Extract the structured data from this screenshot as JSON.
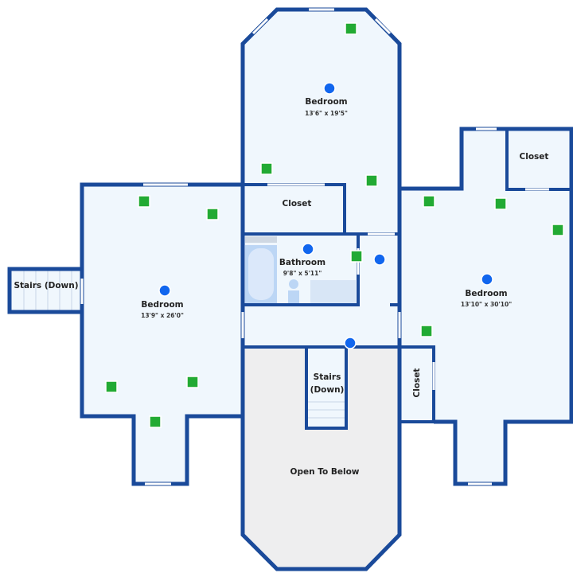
{
  "floorplan": {
    "rooms": [
      {
        "id": "bedroom-top",
        "label": "Bedroom",
        "dims": "13'6\" x 19'5\""
      },
      {
        "id": "closet-top",
        "label": "Closet"
      },
      {
        "id": "bathroom",
        "label": "Bathroom",
        "dims": "9'8\" x 5'11\""
      },
      {
        "id": "bedroom-left",
        "label": "Bedroom",
        "dims": "13'9\" x 26'0\""
      },
      {
        "id": "bedroom-right",
        "label": "Bedroom",
        "dims": "13'10\" x 30'10\""
      },
      {
        "id": "closet-right-top",
        "label": "Closet"
      },
      {
        "id": "closet-right",
        "label": "Closet"
      },
      {
        "id": "stairs-left",
        "label": "Stairs (Down)"
      },
      {
        "id": "stairs-center",
        "label_line1": "Stairs",
        "label_line2": "(Down)"
      },
      {
        "id": "open-to-below",
        "label": "Open To Below"
      }
    ],
    "colors": {
      "wall": "#1a4a9a",
      "room": "#f0f7fd",
      "open": "#eeeeef",
      "photo_marker": "#22aa33",
      "pano_marker": "#1166ee"
    }
  }
}
